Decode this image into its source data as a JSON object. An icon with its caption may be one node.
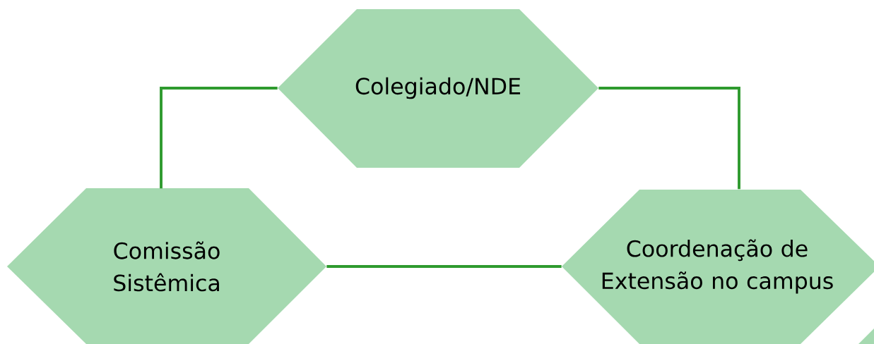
{
  "diagram": {
    "nodes": [
      {
        "text": [
          "Colegiado/NDE"
        ]
      },
      {
        "text": [
          "Comissão Sistêmica"
        ]
      },
      {
        "text": [
          "Coordenação de Extensão no campus"
        ]
      },
      {
        "text": [],
        "shape": "hexagon"
      }
    ],
    "edges": [
      {
        "from": 0,
        "to": 1,
        "arrow": "none"
      },
      {
        "from": 0,
        "to": 2,
        "arrow": "none"
      },
      {
        "from": 1,
        "to": 2,
        "arrow": "none"
      }
    ]
  }
}
